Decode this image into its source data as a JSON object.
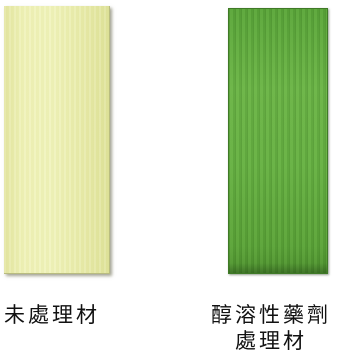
{
  "samples": [
    {
      "name": "untreated",
      "label": "未處理材",
      "color": "#eef1b6"
    },
    {
      "name": "treated",
      "label_line1": "醇溶性藥劑",
      "label_line2": "處理材",
      "color": "#62ad40"
    }
  ]
}
